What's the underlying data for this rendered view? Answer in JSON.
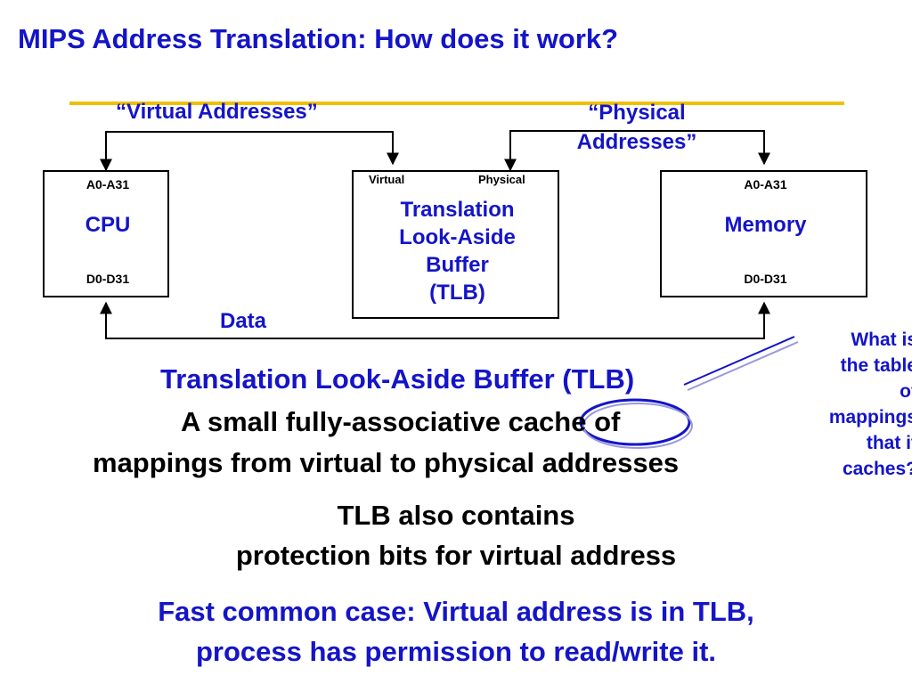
{
  "slide": {
    "title": "MIPS Address Translation: How does it work?"
  },
  "diagram": {
    "virtual_addresses_label": "“Virtual Addresses”",
    "physical_addresses_label_line1": "“Physical",
    "physical_addresses_label_line2": "Addresses”",
    "data_label": "Data",
    "cpu": {
      "name": "CPU",
      "address_pins": "A0-A31",
      "data_pins": "D0-D31"
    },
    "tlb": {
      "virtual_port": "Virtual",
      "physical_port": "Physical",
      "name_lines": [
        "Translation",
        "Look-Aside",
        "Buffer",
        "(TLB)"
      ]
    },
    "memory": {
      "name": "Memory",
      "address_pins": "A0-A31",
      "data_pins": "D0-D31"
    }
  },
  "body": {
    "tlb_heading": "Translation Look-Aside Buffer (TLB)",
    "tlb_desc_before_cache": "A small fully-associative",
    "tlb_desc_cache_word": "cache",
    "tlb_desc_after_cache": "of",
    "tlb_desc_line2": "mappings from virtual to physical addresses",
    "protection_line1": "TLB also contains",
    "protection_line2": "protection bits for virtual address",
    "fast_case_line1": "Fast common case: Virtual address is in TLB,",
    "fast_case_line2": "process has permission to read/write it."
  },
  "callout": {
    "lines": [
      "What is",
      "the table",
      "of",
      "mappings",
      "that it",
      "caches?"
    ]
  },
  "colors": {
    "accent_blue": "#1414c8",
    "rule_yellow": "#f0c000",
    "text_black": "#000000"
  }
}
